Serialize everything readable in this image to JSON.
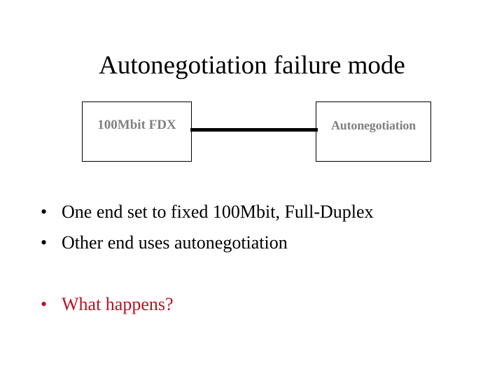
{
  "slide": {
    "title": "Autonegotiation failure mode",
    "background_color": "#FFFFFF"
  },
  "diagram": {
    "type": "two-node-link",
    "link": {
      "name": "ethernet-link",
      "color": "#000000"
    },
    "nodes": [
      {
        "id": "left-endpoint",
        "label": "100Mbit FDX",
        "text_color": "#808080",
        "border_color": "#000000"
      },
      {
        "id": "right-endpoint",
        "label": "Autonegotiation",
        "text_color": "#808080",
        "border_color": "#000000"
      }
    ]
  },
  "bullets": [
    {
      "marker": "•",
      "text": "One end set to fixed 100Mbit, Full-Duplex",
      "color": "#000000"
    },
    {
      "marker": "•",
      "text": "Other end uses autonegotiation",
      "color": "#000000"
    },
    {
      "marker": "•",
      "text": "What happens?",
      "color": "#BB1122"
    }
  ]
}
